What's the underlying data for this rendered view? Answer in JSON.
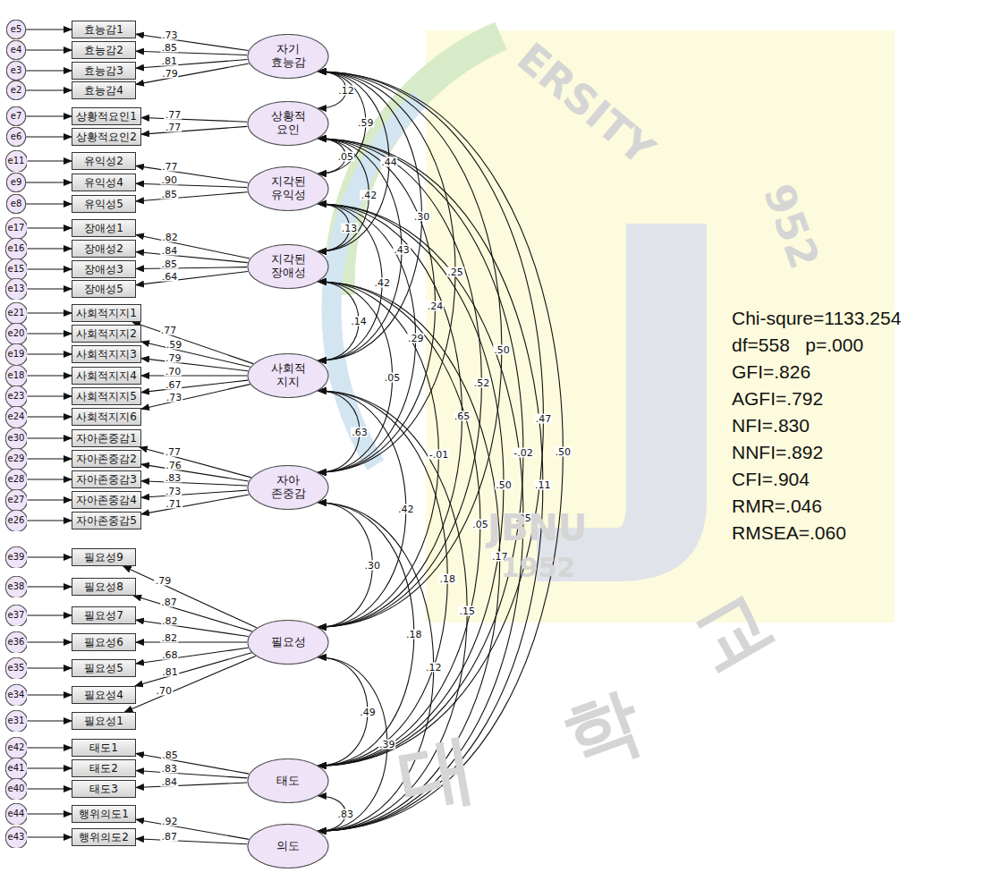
{
  "diagram": {
    "nodes": [
      {
        "text": [
          "e5"
        ]
      },
      {
        "text": [
          "효능감1"
        ]
      },
      {
        "text": [
          "e4"
        ]
      },
      {
        "text": [
          "효능감2"
        ]
      },
      {
        "text": [
          "e3"
        ]
      },
      {
        "text": [
          "효능감3"
        ]
      },
      {
        "text": [
          "e2"
        ]
      },
      {
        "text": [
          "효능감4"
        ]
      },
      {
        "text": [
          "자기 효능감"
        ]
      },
      {
        "text": [
          "e7"
        ]
      },
      {
        "text": [
          "상황적요인1"
        ]
      },
      {
        "text": [
          "e6"
        ]
      },
      {
        "text": [
          "상황적요인2"
        ]
      },
      {
        "text": [
          "상황적 요인"
        ]
      },
      {
        "text": [
          "e11"
        ]
      },
      {
        "text": [
          "유익성2"
        ]
      },
      {
        "text": [
          "e9"
        ]
      },
      {
        "text": [
          "유익성4"
        ]
      },
      {
        "text": [
          "e8"
        ]
      },
      {
        "text": [
          "유익성5"
        ]
      },
      {
        "text": [
          "지각된 유익성"
        ]
      },
      {
        "text": [
          "e17"
        ]
      },
      {
        "text": [
          "장애성1"
        ]
      },
      {
        "text": [
          "e16"
        ]
      },
      {
        "text": [
          "장애성2"
        ]
      },
      {
        "text": [
          "e15"
        ]
      },
      {
        "text": [
          "장애성3"
        ]
      },
      {
        "text": [
          "e13"
        ]
      },
      {
        "text": [
          "장애성5"
        ]
      },
      {
        "text": [
          "지각된 장애성"
        ]
      },
      {
        "text": [
          "e21"
        ]
      },
      {
        "text": [
          "사회적지지1"
        ]
      },
      {
        "text": [
          "e20"
        ]
      },
      {
        "text": [
          "사회적지지2"
        ]
      },
      {
        "text": [
          "e19"
        ]
      },
      {
        "text": [
          "사회적지지3"
        ]
      },
      {
        "text": [
          "e18"
        ]
      },
      {
        "text": [
          "사회적지지4"
        ]
      },
      {
        "text": [
          "e23"
        ]
      },
      {
        "text": [
          "사회적지지5"
        ]
      },
      {
        "text": [
          "e24"
        ]
      },
      {
        "text": [
          "사회적지지6"
        ]
      },
      {
        "text": [
          "사회적 지지"
        ]
      },
      {
        "text": [
          "e30"
        ]
      },
      {
        "text": [
          "자아존중감1"
        ]
      },
      {
        "text": [
          "e29"
        ]
      },
      {
        "text": [
          "자아존중감2"
        ]
      },
      {
        "text": [
          "e28"
        ]
      },
      {
        "text": [
          "자아존중감3"
        ]
      },
      {
        "text": [
          "e27"
        ]
      },
      {
        "text": [
          "자아존중감4"
        ]
      },
      {
        "text": [
          "e26"
        ]
      },
      {
        "text": [
          "자아존중감5"
        ]
      },
      {
        "text": [
          "자아 존중감"
        ]
      },
      {
        "text": [
          "e39"
        ]
      },
      {
        "text": [
          "필요성9"
        ]
      },
      {
        "text": [
          "e38"
        ]
      },
      {
        "text": [
          "필요성8"
        ]
      },
      {
        "text": [
          "e37"
        ]
      },
      {
        "text": [
          "필요성7"
        ]
      },
      {
        "text": [
          "e36"
        ]
      },
      {
        "text": [
          "필요성6"
        ]
      },
      {
        "text": [
          "e35"
        ]
      },
      {
        "text": [
          "필요성5"
        ]
      },
      {
        "text": [
          "e34"
        ]
      },
      {
        "text": [
          "필요성4"
        ]
      },
      {
        "text": [
          "e31"
        ]
      },
      {
        "text": [
          "필요성1"
        ]
      },
      {
        "text": [
          "필요성"
        ]
      },
      {
        "text": [
          "e42"
        ]
      },
      {
        "text": [
          "태도1"
        ]
      },
      {
        "text": [
          "e41"
        ]
      },
      {
        "text": [
          "태도2"
        ]
      },
      {
        "text": [
          "e40"
        ]
      },
      {
        "text": [
          "태도3"
        ]
      },
      {
        "text": [
          "태도"
        ]
      },
      {
        "text": [
          "e44"
        ]
      },
      {
        "text": [
          "행위의도1"
        ]
      },
      {
        "text": [
          "e43"
        ]
      },
      {
        "text": [
          "행위의도2"
        ]
      },
      {
        "text": [
          "의도"
        ]
      }
    ],
    "edges": [
      {
        "from": 0,
        "to": 1,
        "arrow": "to"
      },
      {
        "from": 2,
        "to": 3,
        "arrow": "to"
      },
      {
        "from": 4,
        "to": 5,
        "arrow": "to"
      },
      {
        "from": 6,
        "to": 7,
        "arrow": "to"
      },
      {
        "from": 8,
        "to": 1,
        "arrow": "to",
        "label": ".73"
      },
      {
        "from": 8,
        "to": 3,
        "arrow": "to",
        "label": ".85"
      },
      {
        "from": 8,
        "to": 5,
        "arrow": "to",
        "label": ".81"
      },
      {
        "from": 8,
        "to": 7,
        "arrow": "to",
        "label": ".79"
      },
      {
        "from": 9,
        "to": 10,
        "arrow": "to"
      },
      {
        "from": 11,
        "to": 12,
        "arrow": "to"
      },
      {
        "from": 13,
        "to": 10,
        "arrow": "to",
        "label": ".77"
      },
      {
        "from": 13,
        "to": 12,
        "arrow": "to",
        "label": ".77"
      },
      {
        "from": 14,
        "to": 15,
        "arrow": "to"
      },
      {
        "from": 16,
        "to": 17,
        "arrow": "to"
      },
      {
        "from": 18,
        "to": 19,
        "arrow": "to"
      },
      {
        "from": 20,
        "to": 15,
        "arrow": "to",
        "label": ".77"
      },
      {
        "from": 20,
        "to": 17,
        "arrow": "to",
        "label": ".90"
      },
      {
        "from": 20,
        "to": 19,
        "arrow": "to",
        "label": ".85"
      },
      {
        "from": 21,
        "to": 22,
        "arrow": "to"
      },
      {
        "from": 23,
        "to": 24,
        "arrow": "to"
      },
      {
        "from": 25,
        "to": 26,
        "arrow": "to"
      },
      {
        "from": 27,
        "to": 28,
        "arrow": "to"
      },
      {
        "from": 29,
        "to": 22,
        "arrow": "to",
        "label": ".82"
      },
      {
        "from": 29,
        "to": 24,
        "arrow": "to",
        "label": ".84"
      },
      {
        "from": 29,
        "to": 26,
        "arrow": "to",
        "label": ".85"
      },
      {
        "from": 29,
        "to": 28,
        "arrow": "to",
        "label": ".64"
      },
      {
        "from": 30,
        "to": 31,
        "arrow": "to"
      },
      {
        "from": 32,
        "to": 33,
        "arrow": "to"
      },
      {
        "from": 34,
        "to": 35,
        "arrow": "to"
      },
      {
        "from": 36,
        "to": 37,
        "arrow": "to"
      },
      {
        "from": 38,
        "to": 39,
        "arrow": "to"
      },
      {
        "from": 40,
        "to": 41,
        "arrow": "to"
      },
      {
        "from": 42,
        "to": 31,
        "arrow": "to",
        "label": ".77"
      },
      {
        "from": 42,
        "to": 33,
        "arrow": "to",
        "label": ".59"
      },
      {
        "from": 42,
        "to": 35,
        "arrow": "to",
        "label": ".79"
      },
      {
        "from": 42,
        "to": 37,
        "arrow": "to",
        "label": ".70"
      },
      {
        "from": 42,
        "to": 39,
        "arrow": "to",
        "label": ".67"
      },
      {
        "from": 42,
        "to": 41,
        "arrow": "to",
        "label": ".73"
      },
      {
        "from": 43,
        "to": 44,
        "arrow": "to"
      },
      {
        "from": 45,
        "to": 46,
        "arrow": "to"
      },
      {
        "from": 47,
        "to": 48,
        "arrow": "to"
      },
      {
        "from": 49,
        "to": 50,
        "arrow": "to"
      },
      {
        "from": 51,
        "to": 52,
        "arrow": "to"
      },
      {
        "from": 53,
        "to": 44,
        "arrow": "to",
        "label": ".77"
      },
      {
        "from": 53,
        "to": 46,
        "arrow": "to",
        "label": ".76"
      },
      {
        "from": 53,
        "to": 48,
        "arrow": "to",
        "label": ".83"
      },
      {
        "from": 53,
        "to": 50,
        "arrow": "to",
        "label": ".73"
      },
      {
        "from": 53,
        "to": 52,
        "arrow": "to",
        "label": ".71"
      },
      {
        "from": 54,
        "to": 55,
        "arrow": "to"
      },
      {
        "from": 56,
        "to": 57,
        "arrow": "to"
      },
      {
        "from": 58,
        "to": 59,
        "arrow": "to"
      },
      {
        "from": 60,
        "to": 61,
        "arrow": "to"
      },
      {
        "from": 62,
        "to": 63,
        "arrow": "to"
      },
      {
        "from": 64,
        "to": 65,
        "arrow": "to"
      },
      {
        "from": 66,
        "to": 67,
        "arrow": "to"
      },
      {
        "from": 68,
        "to": 55,
        "arrow": "to",
        "label": ".79"
      },
      {
        "from": 68,
        "to": 57,
        "arrow": "to",
        "label": ".87"
      },
      {
        "from": 68,
        "to": 59,
        "arrow": "to",
        "label": ".82"
      },
      {
        "from": 68,
        "to": 61,
        "arrow": "to",
        "label": ".82"
      },
      {
        "from": 68,
        "to": 63,
        "arrow": "to",
        "label": ".68"
      },
      {
        "from": 68,
        "to": 65,
        "arrow": "to",
        "label": ".81"
      },
      {
        "from": 68,
        "to": 67,
        "arrow": "to",
        "label": ".70"
      },
      {
        "from": 69,
        "to": 70,
        "arrow": "to"
      },
      {
        "from": 71,
        "to": 72,
        "arrow": "to"
      },
      {
        "from": 73,
        "to": 74,
        "arrow": "to"
      },
      {
        "from": 75,
        "to": 70,
        "arrow": "to",
        "label": ".85"
      },
      {
        "from": 75,
        "to": 72,
        "arrow": "to",
        "label": ".83"
      },
      {
        "from": 75,
        "to": 74,
        "arrow": "to",
        "label": ".84"
      },
      {
        "from": 76,
        "to": 77,
        "arrow": "to"
      },
      {
        "from": 78,
        "to": 79,
        "arrow": "to"
      },
      {
        "from": 80,
        "to": 77,
        "arrow": "to",
        "label": ".92"
      },
      {
        "from": 80,
        "to": 79,
        "arrow": "to",
        "label": ".87"
      },
      {
        "from": 8,
        "to": 13,
        "arrow": "both",
        "label": ".12"
      },
      {
        "from": 8,
        "to": 20,
        "arrow": "both",
        "label": ".59"
      },
      {
        "from": 8,
        "to": 29,
        "arrow": "both",
        "label": ".44"
      },
      {
        "from": 8,
        "to": 42,
        "arrow": "both",
        "label": ".30"
      },
      {
        "from": 8,
        "to": 53,
        "arrow": "both",
        "label": ".25"
      },
      {
        "from": 8,
        "to": 68,
        "arrow": "both",
        "label": ".50"
      },
      {
        "from": 8,
        "to": 75,
        "arrow": "both",
        "label": ".47"
      },
      {
        "from": 8,
        "to": 80,
        "arrow": "both",
        "label": ".50"
      },
      {
        "from": 13,
        "to": 20,
        "arrow": "both",
        "label": ".05"
      },
      {
        "from": 13,
        "to": 29,
        "arrow": "both",
        "label": ".42"
      },
      {
        "from": 13,
        "to": 42,
        "arrow": "both",
        "label": ".43"
      },
      {
        "from": 13,
        "to": 53,
        "arrow": "both",
        "label": ".24"
      },
      {
        "from": 13,
        "to": 68,
        "arrow": "both",
        "label": ".52"
      },
      {
        "from": 13,
        "to": 75,
        "arrow": "both",
        "label": "-.02"
      },
      {
        "from": 13,
        "to": 80,
        "arrow": "both",
        "label": ".11"
      },
      {
        "from": 20,
        "to": 29,
        "arrow": "both",
        "label": ".13"
      },
      {
        "from": 20,
        "to": 42,
        "arrow": "both",
        "label": ".42"
      },
      {
        "from": 20,
        "to": 53,
        "arrow": "both",
        "label": ".29"
      },
      {
        "from": 20,
        "to": 68,
        "arrow": "both",
        "label": ".65"
      },
      {
        "from": 20,
        "to": 75,
        "arrow": "both",
        "label": ".50"
      },
      {
        "from": 20,
        "to": 80,
        "arrow": "both",
        "label": ".35"
      },
      {
        "from": 29,
        "to": 42,
        "arrow": "both",
        "label": ".14"
      },
      {
        "from": 29,
        "to": 53,
        "arrow": "both",
        "label": ".05"
      },
      {
        "from": 29,
        "to": 68,
        "arrow": "both",
        "label": "-.01"
      },
      {
        "from": 29,
        "to": 75,
        "arrow": "both",
        "label": ".05"
      },
      {
        "from": 29,
        "to": 80,
        "arrow": "both",
        "label": ".17"
      },
      {
        "from": 42,
        "to": 53,
        "arrow": "both",
        "label": ".63"
      },
      {
        "from": 42,
        "to": 68,
        "arrow": "both",
        "label": ".42"
      },
      {
        "from": 42,
        "to": 75,
        "arrow": "both",
        "label": ".18"
      },
      {
        "from": 42,
        "to": 80,
        "arrow": "both",
        "label": ".15"
      },
      {
        "from": 53,
        "to": 68,
        "arrow": "both",
        "label": ".30"
      },
      {
        "from": 53,
        "to": 75,
        "arrow": "both",
        "label": ".18"
      },
      {
        "from": 53,
        "to": 80,
        "arrow": "both",
        "label": ".12"
      },
      {
        "from": 68,
        "to": 75,
        "arrow": "both",
        "label": ".49"
      },
      {
        "from": 68,
        "to": 80,
        "arrow": "both",
        "label": ".39"
      },
      {
        "from": 75,
        "to": 80,
        "arrow": "both",
        "label": ".83"
      }
    ],
    "labels": [
      "Chi-squre=1133.254",
      "df=558   p=.000",
      "GFI=.826",
      "AGFI=.792",
      "NFI=.830",
      "NNFI=.892",
      "CFI=.904",
      "RMR=.046",
      "RMSEA=.060",
      "ERSITY",
      "952",
      "JBNU",
      "1952",
      "대",
      "학",
      "교"
    ]
  }
}
